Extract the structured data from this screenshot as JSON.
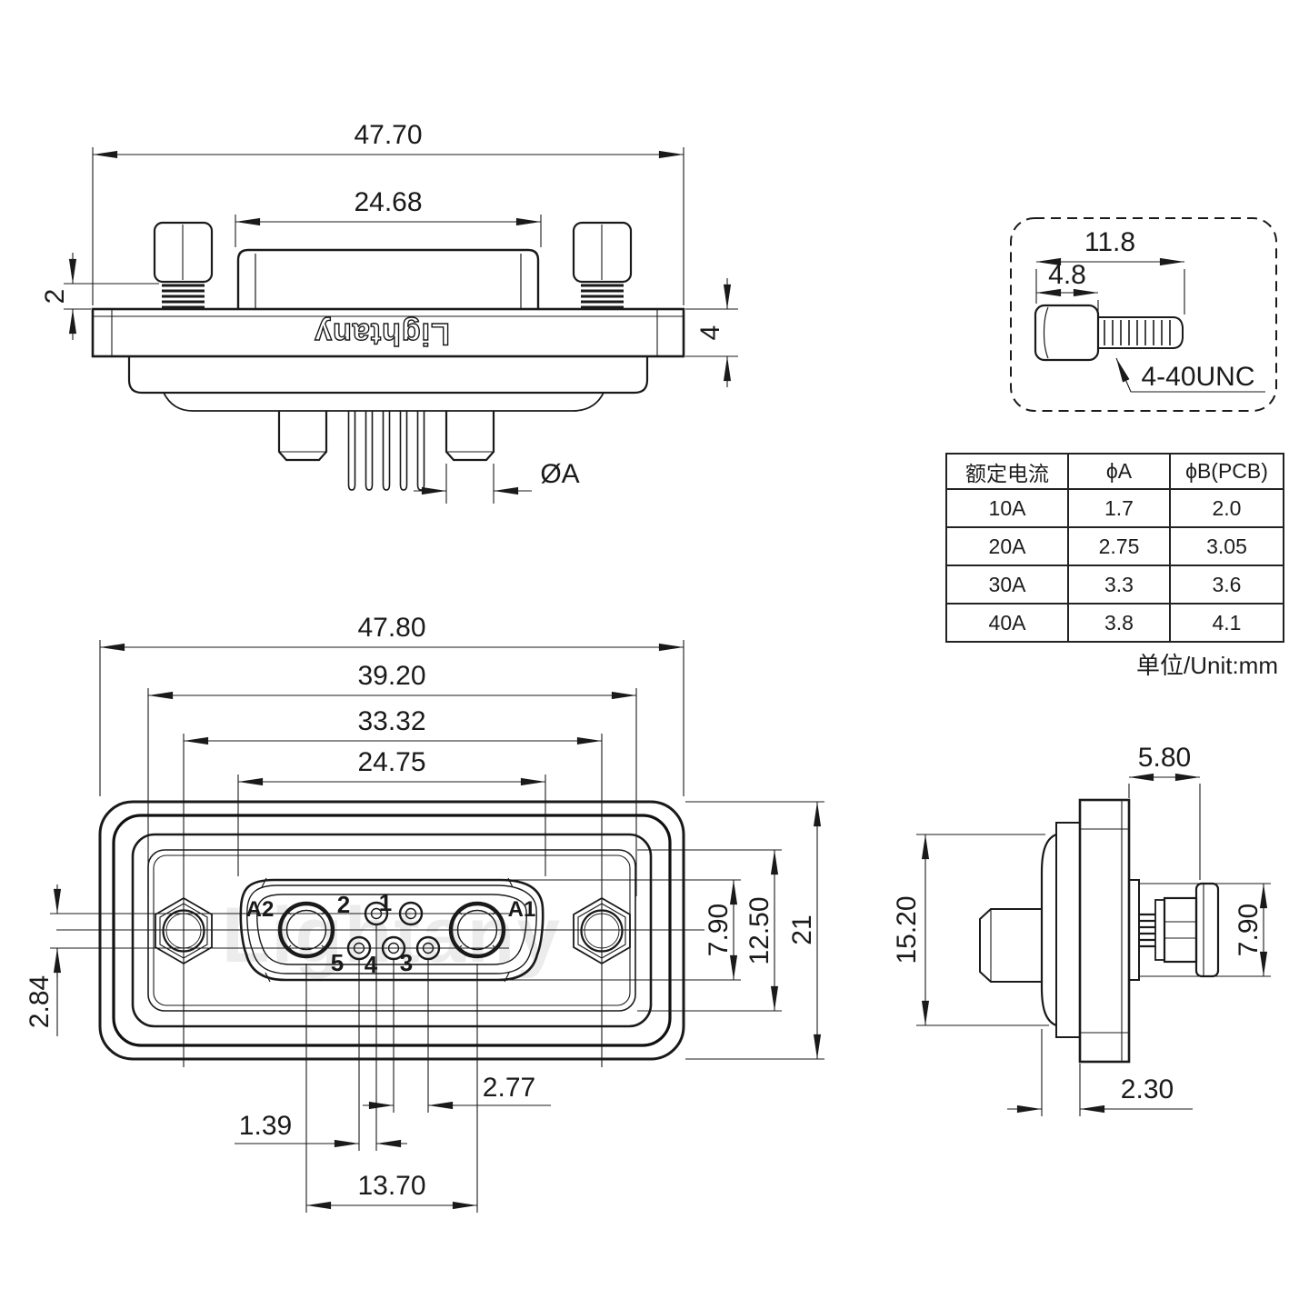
{
  "brand": "Lightany",
  "top_view": {
    "dims": {
      "overall_width": "47.70",
      "insulator_width": "24.68",
      "screw_thread_exposed": "2",
      "flange_thickness": "4",
      "pin_diameter": "ØA"
    }
  },
  "screw_detail": {
    "dims": {
      "total_length": "11.8",
      "head_length": "4.8"
    },
    "thread_spec": "4-40UNC"
  },
  "spec_table": {
    "headers": [
      "额定电流",
      "ϕA",
      "ϕB(PCB)"
    ],
    "rows": [
      [
        "10A",
        "1.7",
        "2.0"
      ],
      [
        "20A",
        "2.75",
        "3.05"
      ],
      [
        "30A",
        "3.3",
        "3.6"
      ],
      [
        "40A",
        "3.8",
        "4.1"
      ]
    ],
    "unit_note": "单位/Unit:mm"
  },
  "front_view": {
    "dims": {
      "overall_width": "47.80",
      "flange_width": "39.20",
      "mounting_hole_spacing": "33.32",
      "shell_width": "24.75",
      "row_offset": "2.84",
      "pin_pitch": "2.77",
      "row_stagger": "1.39",
      "power_contact_spacing": "13.70",
      "shell_height": "7.90",
      "panel_opening_height": "12.50",
      "overall_height": "21"
    },
    "contact_labels": {
      "a1": "A1",
      "a2": "A2",
      "p1": "1",
      "p2": "2",
      "p3": "3",
      "p4": "4",
      "p5": "5"
    }
  },
  "side_view": {
    "dims": {
      "flange_to_screw": "5.80",
      "body_height": "15.20",
      "screw_head_height": "7.90",
      "rim_depth": "2.30"
    }
  }
}
